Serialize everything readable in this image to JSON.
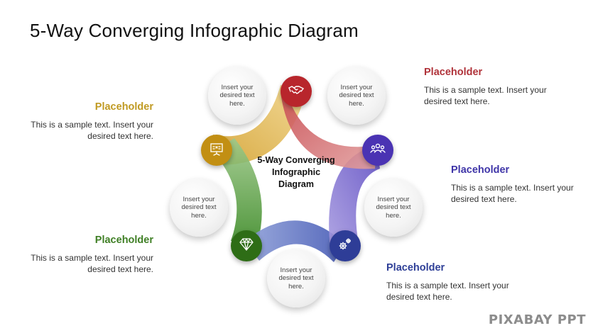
{
  "title": "5-Way Converging Infographic Diagram",
  "center_label": "5-Way Converging Infographic Diagram",
  "watermark": "PIXABAY PPT",
  "colors": {
    "red": "#b8262c",
    "purple": "#4a33b3",
    "navy": "#2e3d97",
    "green": "#2e6d16",
    "gold": "#c28f13"
  },
  "bubbles": [
    {
      "text": "Insert your desired text here."
    },
    {
      "text": "Insert your desired text here."
    },
    {
      "text": "Insert your desired text here."
    },
    {
      "text": "Insert your desired text here."
    },
    {
      "text": "Insert your desired text here."
    }
  ],
  "icons": {
    "red": "handshake-icon",
    "purple": "team-icon",
    "navy": "gears-icon",
    "green": "diamond-icon",
    "gold": "presentation-board-icon"
  },
  "callouts": {
    "red": {
      "heading": "Placeholder",
      "body": "This is a sample text. Insert your desired text here.",
      "color": "#b0333a"
    },
    "purple": {
      "heading": "Placeholder",
      "body": "This is a sample text. Insert your desired text here.",
      "color": "#3f35a8"
    },
    "navy": {
      "heading": "Placeholder",
      "body": "This is a sample text. Insert your desired text here.",
      "color": "#2e3f97"
    },
    "green": {
      "heading": "Placeholder",
      "body": "This is a sample text. Insert your desired text here.",
      "color": "#3f7f25"
    },
    "gold": {
      "heading": "Placeholder",
      "body": "This is a sample text. Insert your desired text here.",
      "color": "#c09a22"
    }
  }
}
